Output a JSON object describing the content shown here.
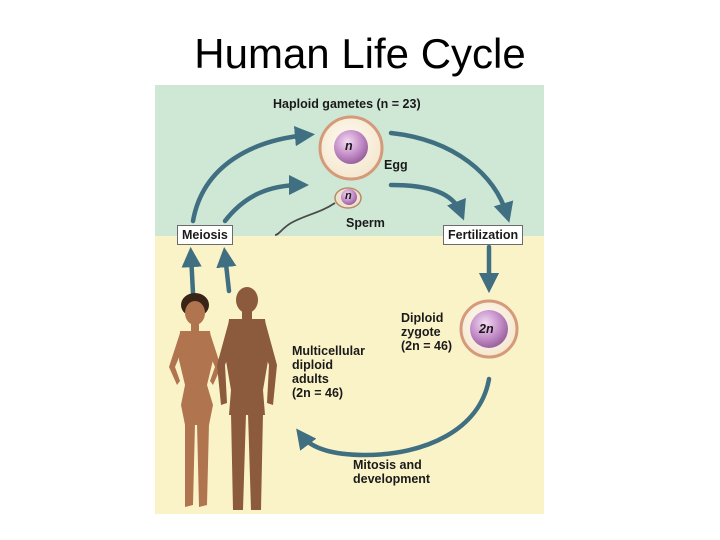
{
  "title": "Human Life Cycle",
  "labels": {
    "haploid_gametes": "Haploid gametes (n = 23)",
    "egg": "Egg",
    "sperm": "Sperm",
    "egg_nucleus": "n",
    "sperm_nucleus": "n",
    "zygote_nucleus": "2n",
    "meiosis": "Meiosis",
    "fertilization": "Fertilization",
    "diploid_zygote": "Diploid\nzygote\n(2n = 46)",
    "adults": "Multicellular\ndiploid\nadults\n(2n = 46)",
    "mitosis": "Mitosis and\ndevelopment"
  },
  "colors": {
    "haploid_band": "#cfe8d6",
    "diploid_band": "#fbf3c8",
    "arrow": "#3f6f80",
    "cell_nucleus": "#c58fc9"
  }
}
